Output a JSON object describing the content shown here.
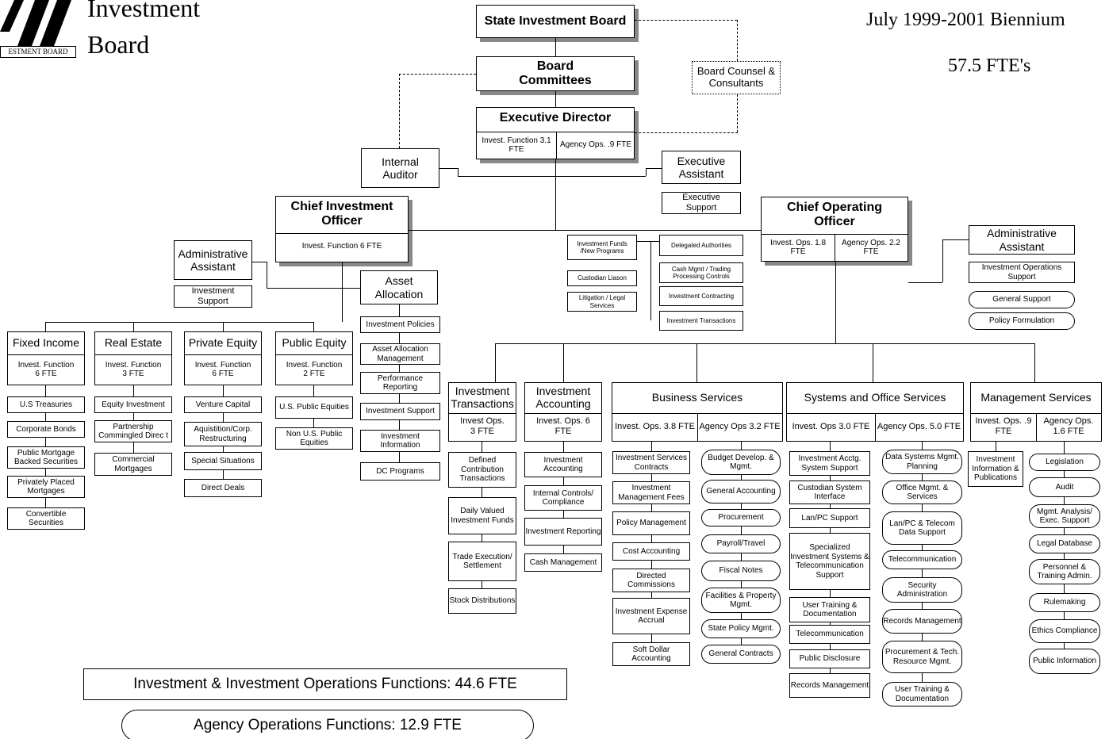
{
  "header": {
    "logo_caption": "ESTMENT BOARD",
    "title_line1": "Investment",
    "title_line2": "Board",
    "period": "July 1999-2001 Biennium",
    "fte_total": "57.5 FTE's"
  },
  "top": {
    "sib": "State Investment Board",
    "committees": "Board Committees",
    "counsel": "Board Counsel & Consultants",
    "exec_dir": "Executive Director",
    "exec_dir_inv": "Invest. Function 3.1 FTE",
    "exec_dir_ops": "Agency Ops. .9 FTE",
    "auditor": "Internal Auditor",
    "exec_asst": "Executive Assistant",
    "exec_support": "Executive Support"
  },
  "cio": {
    "title": "Chief Investment Officer",
    "fte": "Invest. Function 6 FTE",
    "admin": "Administrative Assistant",
    "admin_support": "Investment Support"
  },
  "asset_alloc": {
    "title": "Asset Allocation",
    "items": [
      "Investment Policies",
      "Asset Allocation Management",
      "Performance Reporting",
      "Investment Support",
      "Investment Information",
      "DC Programs"
    ]
  },
  "invest_units": [
    {
      "title": "Fixed Income",
      "fte": "Invest. Function 6 FTE",
      "items": [
        "U.S Treasuries",
        "Corporate Bonds",
        "Public Mortgage Backed Securities",
        "Privately Placed Mortgages",
        "Convertible Securities"
      ]
    },
    {
      "title": "Real Estate",
      "fte": "Invest. Function 3 FTE",
      "items": [
        "Equity Investment",
        "Partnership Commingled Direc t",
        "Commercial Mortgages"
      ]
    },
    {
      "title": "Private Equity",
      "fte": "Invest. Function 6 FTE",
      "items": [
        "Venture Capital",
        "Aquistition/Corp. Restructuring",
        "Special Situations",
        "Direct Deals"
      ]
    },
    {
      "title": "Public Equity",
      "fte": "Invest. Function 2 FTE",
      "items": [
        "U.S. Public Equities",
        "Non U.S. Public Equities"
      ]
    }
  ],
  "delegations": {
    "left": [
      "Investment Funds /New Programs",
      "Custodian Liason",
      "Litigation / Legal Services"
    ],
    "right": [
      "Delegated Authorities",
      "Cash Mgmt / Trading Processing Controls",
      "Investment Contracting",
      "Investment Transactions"
    ]
  },
  "coo": {
    "title": "Chief Operating Officer",
    "inv": "Invest. Ops. 1.8 FTE",
    "ops": "Agency Ops. 2.2 FTE",
    "admin": "Administrative Assistant",
    "admin_support": "Investment Operations Support",
    "admin_items": [
      "General Support",
      "Policy Formulation"
    ]
  },
  "ops_units": {
    "trans": {
      "title": "Investment Transactions",
      "fte": "Invest Ops. 3 FTE",
      "items": [
        "Defined Contribution Transactions",
        "Daily Valued Investment Funds",
        "Trade Execution/ Settlement",
        "Stock Distributions"
      ]
    },
    "acct": {
      "title": "Investment Accounting",
      "fte": "Invest. Ops. 6 FTE",
      "items": [
        "Investment Accounting",
        "Internal Controls/ Compliance",
        "Investment Reporting",
        "Cash Management"
      ]
    },
    "bus": {
      "title": "Business Services",
      "inv": "Invest. Ops. 3.8 FTE",
      "ops": "Agency Ops 3.2 FTE",
      "left": [
        "Investment Services Contracts",
        "Investment Management Fees",
        "Policy Management",
        "Cost Accounting",
        "Directed Commissions",
        "Investment Expense Accrual",
        "Soft Dollar Accounting"
      ],
      "right": [
        "Budget Develop. & Mgmt.",
        "General Accounting",
        "Procurement",
        "Payroll/Travel",
        "Fiscal Notes",
        "Facilities & Property Mgmt.",
        "State Policy Mgmt.",
        "General Contracts"
      ]
    },
    "sys": {
      "title": "Systems and Office Services",
      "inv": "Invest. Ops 3.0 FTE",
      "ops": "Agency Ops. 5.0 FTE",
      "left": [
        "Investment Acctg. System Support",
        "Custodian System Interface",
        "Lan/PC Support",
        "Specialized Investment Systems & Telecommunication Support",
        "User Training & Documentation",
        "Telecommunication",
        "Public Disclosure",
        "Records Management"
      ],
      "right": [
        "Data Systems Mgmt. Planning",
        "Office Mgmt. & Services",
        "Lan/PC & Telecom Data Support",
        "Telecommunication",
        "Security Administration",
        "Records Management",
        "Procurement & Tech. Resource Mgmt.",
        "User Training & Documentation"
      ]
    },
    "mgmt": {
      "title": "Management Services",
      "inv": "Invest. Ops. .9 FTE",
      "ops": "Agency Ops. 1.6 FTE",
      "left": [
        "Investment Information & Publications"
      ],
      "right": [
        "Legislation",
        "Audit",
        "Mgmt. Analysis/ Exec. Support",
        "Legal Database",
        "Personnel & Training Admin.",
        "Rulemaking",
        "Ethics Compliance",
        "Public Information"
      ]
    }
  },
  "footer": {
    "invest": "Investment & Investment Operations Functions: 44.6 FTE",
    "agency": "Agency Operations Functions: 12.9 FTE"
  }
}
